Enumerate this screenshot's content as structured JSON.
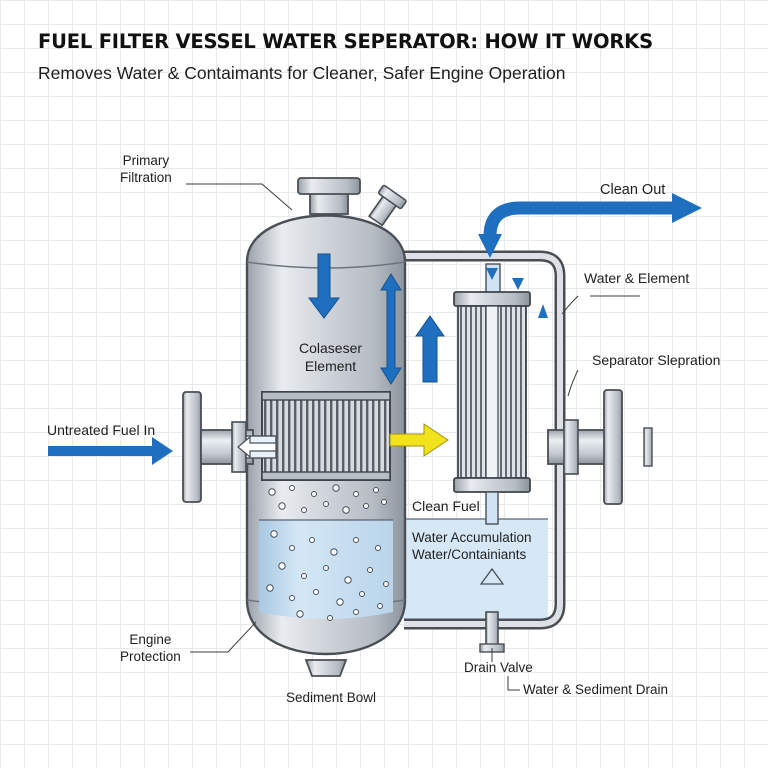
{
  "header": {
    "title": "FUEL FILTER VESSEL WATER SEPERATOR: HOW IT WORKS",
    "subtitle": "Removes Water & Contaimants for Cleaner, Safer Engine Operation"
  },
  "labels": {
    "primary_filtration_line1": "Primary",
    "primary_filtration_line2": "Filtration",
    "coalescer_line1": "Colaseser",
    "coalescer_line2": "Element",
    "untreated_fuel_in": "Untreated Fuel In",
    "clean_out": "Clean Out",
    "water_element": "Water & Element",
    "separator_separation": "Separator Slepration",
    "clean_fuel": "Clean Fuel",
    "water_accumulation": "Water Accumulation",
    "water_contaminants": "Water/Containiants",
    "engine_protection_line1": "Engine",
    "engine_protection_line2": "Protection",
    "drain_valve": "Drain Valve",
    "sediment_bowl": "Sediment Bowl",
    "water_sediment_drain": "Water & Sediment Drain"
  },
  "colors": {
    "flow_arrow": "#1f6fc1",
    "clean_flow_arrow": "#f2e21b",
    "water": "#cfe4f5",
    "steel": "#c9ced6",
    "outline": "#4a4f56"
  },
  "icons": [
    "flow-arrow-icon",
    "bubble-icon",
    "pleated-filter-icon",
    "flange-icon"
  ]
}
